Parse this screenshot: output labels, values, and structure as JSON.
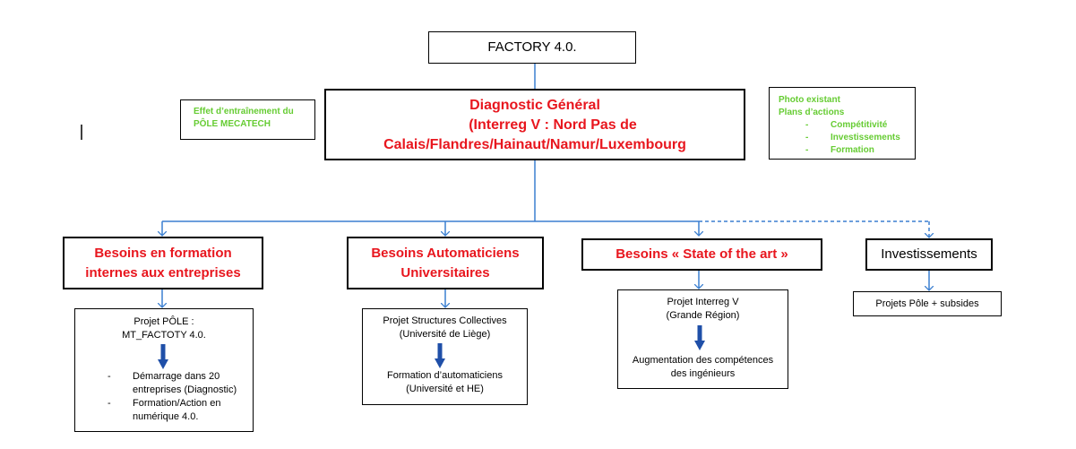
{
  "factory": {
    "title": "FACTORY 4.0."
  },
  "diagnostic": {
    "line1": "Diagnostic Général",
    "line2": "(Interreg V : Nord Pas de",
    "line3": "Calais/Flandres/Hainaut/Namur/Luxembourg"
  },
  "effet": {
    "line1": "Effet d’entraînement du",
    "line2": "PÔLE MECATECH"
  },
  "photo": {
    "line1": "Photo existant",
    "line2": "Plans d’actions",
    "items": [
      "Compétitivité",
      "Investissements",
      "Formation"
    ]
  },
  "bullet_dash": "-",
  "besoins": [
    {
      "line1": "Besoins en formation",
      "line2": "internes aux entreprises"
    },
    {
      "line1": "Besoins Automaticiens",
      "line2": "Universitaires"
    },
    {
      "line1": "Besoins « State of the art »"
    },
    {
      "line1": "Investissements"
    }
  ],
  "projets": {
    "pole": {
      "line1": "Projet PÔLE :",
      "line2": "MT_FACTOTY 4.0.",
      "bullets": [
        [
          "Démarrage dans 20",
          "entreprises (Diagnostic)"
        ],
        [
          "Formation/Action en",
          "numérique 4.0."
        ]
      ]
    },
    "structures": {
      "line1": "Projet Structures Collectives",
      "line2": "(Université de Liège)",
      "line3": "Formation d’automaticiens",
      "line4": "(Université et HE)"
    },
    "interreg": {
      "line1": "Projet Interreg V",
      "line2": "(Grande Région)",
      "line3": "Augmentation des compétences",
      "line4": "des ingénieurs"
    },
    "subsides": {
      "line1": "Projets Pôle + subsides"
    }
  },
  "colors": {
    "connector": "#3b7fd0",
    "arrow_dark": "#1f4fa8",
    "red": "#e8161e",
    "green": "#66cc33"
  }
}
